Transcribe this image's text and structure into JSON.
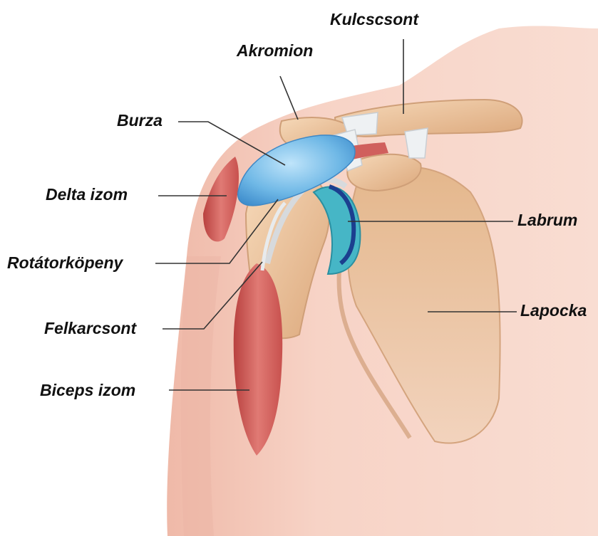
{
  "labels": {
    "kulcscsont": "Kulcscsont",
    "akromion": "Akromion",
    "burza": "Burza",
    "delta_izom": "Delta izom",
    "rotatorkopeny": "Rotátorköpeny",
    "felkarcsont": "Felkarcsont",
    "biceps_izom": "Biceps izom",
    "labrum": "Labrum",
    "lapocka": "Lapocka"
  },
  "colors": {
    "skin": "#f6cdbf",
    "skin_shade": "#eab3a3",
    "bone": "#f0c8a0",
    "bone_shade": "#d9a57a",
    "muscle": "#cf5f5c",
    "bursa": "#6fb8e6",
    "ligament": "#e9ecee",
    "labrum_teal": "#2fa7b9",
    "labrum_blue": "#1b3f8f",
    "leader_line": "#333333"
  }
}
